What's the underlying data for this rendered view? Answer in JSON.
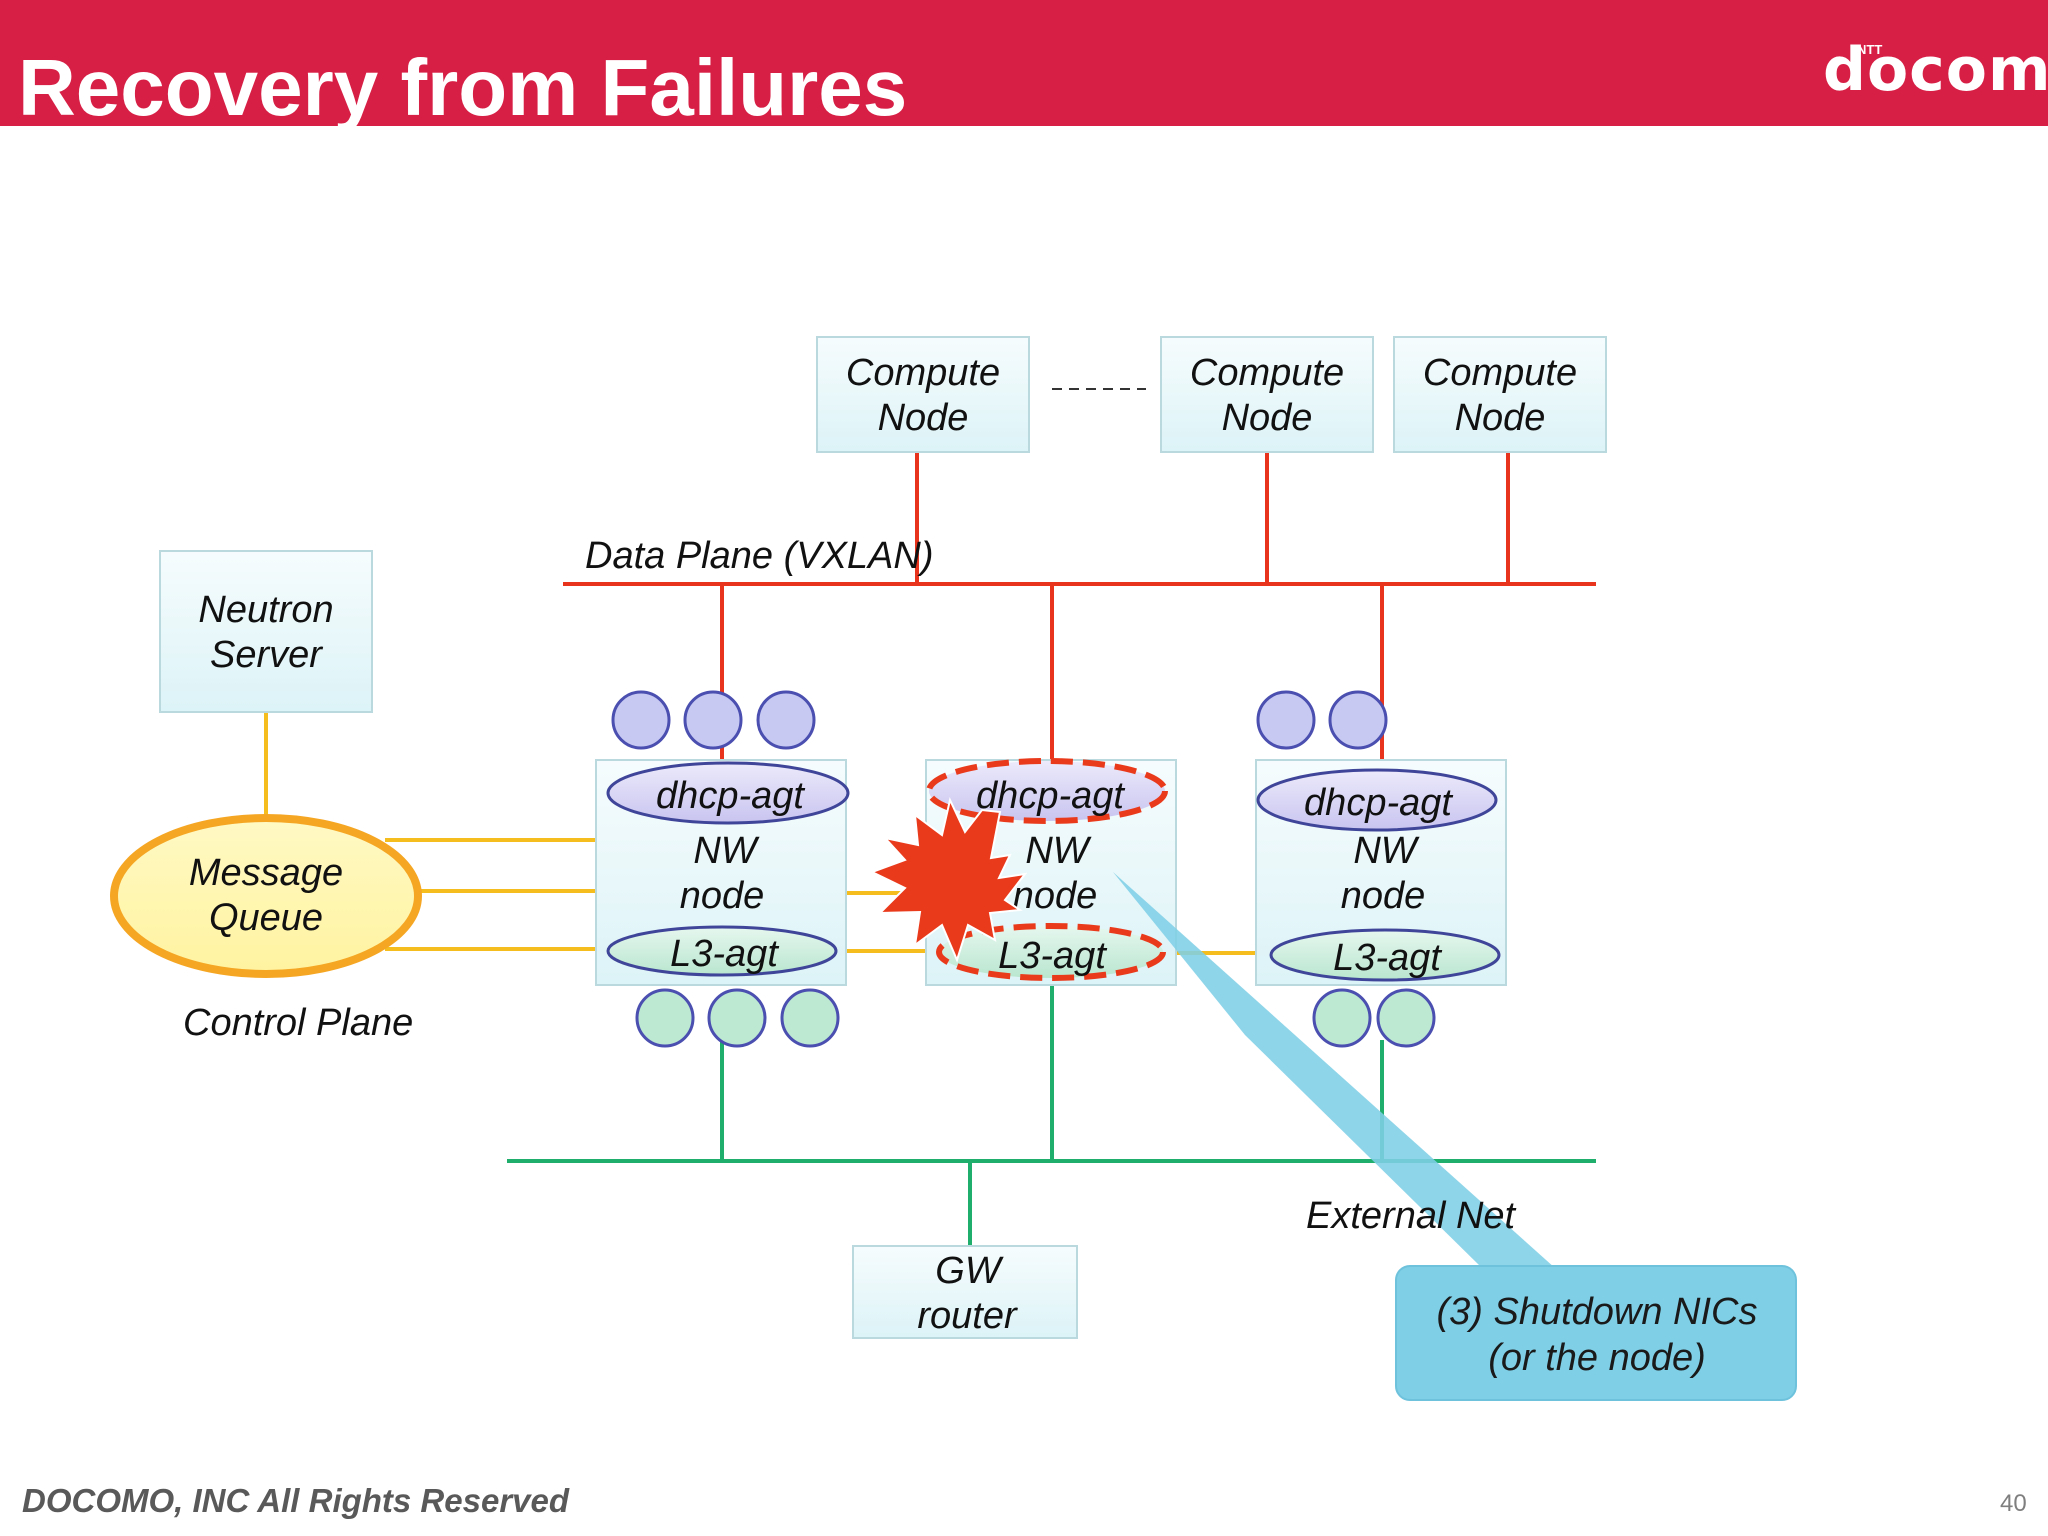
{
  "slide": {
    "title": "Recovery from Failures",
    "brand_small": "NTT",
    "brand": "docomo",
    "footer": "DOCOMO, INC All Rights Reserved",
    "page_number": "40",
    "accent_color": "#d71f45"
  },
  "diagram": {
    "compute_nodes": [
      {
        "line1": "Compute",
        "line2": "Node"
      },
      {
        "line1": "Compute",
        "line2": "Node"
      },
      {
        "line1": "Compute",
        "line2": "Node"
      }
    ],
    "neutron_server": {
      "line1": "Neutron",
      "line2": "Server"
    },
    "message_queue": {
      "line1": "Message",
      "line2": "Queue"
    },
    "control_plane_label": "Control Plane",
    "data_plane_label": "Data Plane (VXLAN)",
    "external_net_label": "External Net",
    "nw_nodes": [
      {
        "dhcp": "dhcp-agt",
        "line1": "NW",
        "line2": "node",
        "l3": "L3-agt",
        "failed": false
      },
      {
        "dhcp": "dhcp-agt",
        "line1": "NW",
        "line2": "node",
        "l3": "L3-agt",
        "failed": true
      },
      {
        "dhcp": "dhcp-agt",
        "line1": "NW",
        "line2": "node",
        "l3": "L3-agt",
        "failed": false
      }
    ],
    "gw_router": {
      "line1": "GW",
      "line2": "router"
    },
    "callout": {
      "line1": "(3) Shutdown NICs",
      "line2": "(or the node)"
    },
    "colors": {
      "data_plane": "#e8341c",
      "control_plane": "#f5be1e",
      "external_net": "#1fae6b",
      "callout": "#7fcfe6",
      "failure": "#ea3a1c"
    }
  }
}
